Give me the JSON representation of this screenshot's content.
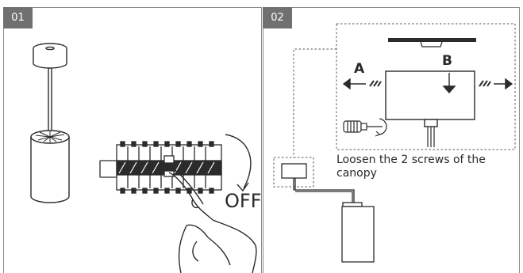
{
  "panels": [
    {
      "step": "01"
    },
    {
      "step": "02"
    }
  ],
  "off_label": "OFF",
  "direction_a": "A",
  "direction_b": "B",
  "caption": "Loosen the 2 screws of the canopy",
  "colors": {
    "badge": "#707070",
    "line": "#2b2b2b",
    "border": "#8a8a8a"
  }
}
